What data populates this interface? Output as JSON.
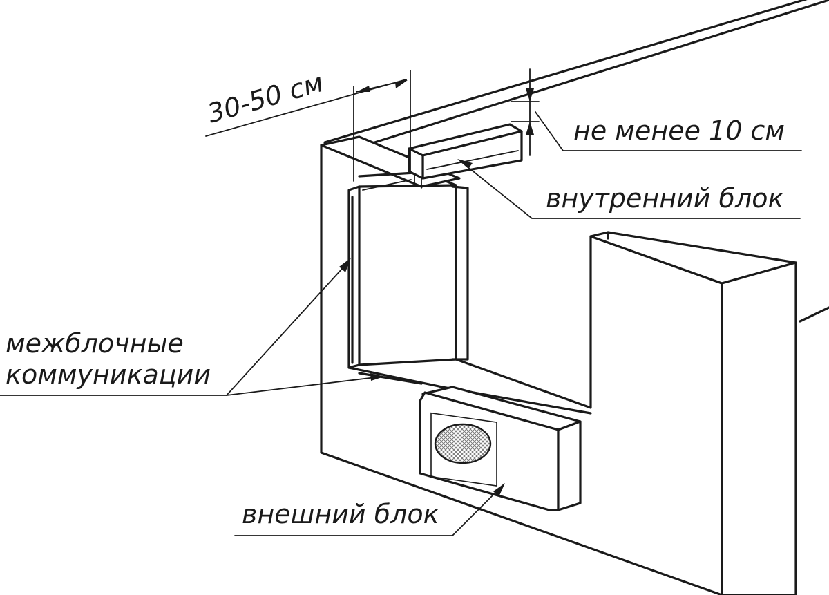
{
  "labels": {
    "distance_from_wall": "30-50 см",
    "gap_to_ceiling": "не менее 10 см",
    "indoor_unit": "внутренний блок",
    "interconnect_line1": "межблочные",
    "interconnect_line2": "коммуникации",
    "outdoor_unit": "внешний блок"
  },
  "colors": {
    "stroke": "#1a1a1a",
    "background": "#ffffff",
    "grille": "#9a9a9a"
  }
}
